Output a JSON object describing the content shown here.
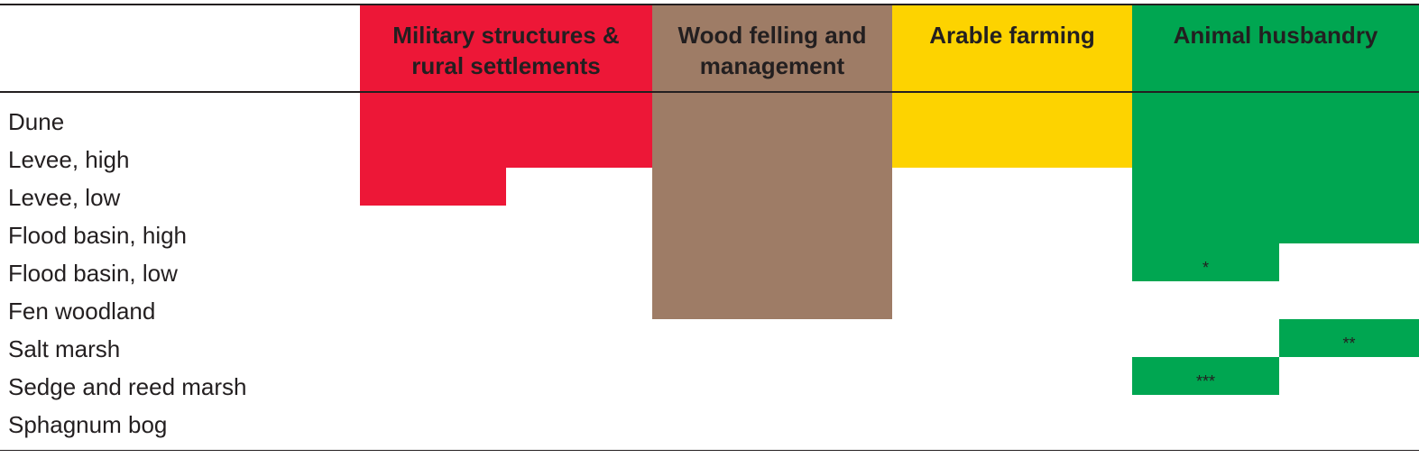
{
  "chart_data": {
    "type": "heatmap",
    "title": "",
    "columns": [
      {
        "label": "Military structures & rural settlements",
        "color": "#ed1737"
      },
      {
        "label": "Wood felling and management",
        "color": "#9e7c66"
      },
      {
        "label": "Arable farming",
        "color": "#fdd300"
      },
      {
        "label": "Animal husbandry",
        "color": "#00a651"
      }
    ],
    "rows": [
      "Dune",
      "Levee, high",
      "Levee, low",
      "Flood basin, high",
      "Flood basin, low",
      "Fen woodland",
      "Salt marsh",
      "Sedge and reed marsh",
      "Sphagnum bog"
    ],
    "cells": {
      "Military structures & rural settlements": {
        "Dune": "full",
        "Levee, high": "full",
        "Levee, low": "partial"
      },
      "Wood felling and management": {
        "Dune": "full",
        "Levee, high": "full",
        "Levee, low": "full",
        "Flood basin, high": "full",
        "Flood basin, low": "full",
        "Fen woodland": "full"
      },
      "Arable farming": {
        "Dune": "full",
        "Levee, high": "full"
      },
      "Animal husbandry": {
        "Dune": "full",
        "Levee, high": "full",
        "Levee, low": "full",
        "Flood basin, high": "full",
        "Flood basin, low": "partial (*)",
        "Salt marsh": "partial (**)",
        "Sedge and reed marsh": "partial (***)"
      }
    },
    "annotations": [
      "*",
      "**",
      "***"
    ]
  },
  "header": {
    "col1_line1": "Military structures &",
    "col1_line2": "rural settlements",
    "col2_line1": "Wood felling and",
    "col2_line2": "management",
    "col3": "Arable farming",
    "col4": "Animal husbandry"
  },
  "rows": [
    "Dune",
    "Levee, high",
    "Levee, low",
    "Flood basin, high",
    "Flood basin, low",
    "Fen woodland",
    "Salt marsh",
    "Sedge and reed marsh",
    "Sphagnum bog"
  ],
  "notes": {
    "flood_low": "*",
    "salt_marsh": "**",
    "sedge": "***"
  }
}
